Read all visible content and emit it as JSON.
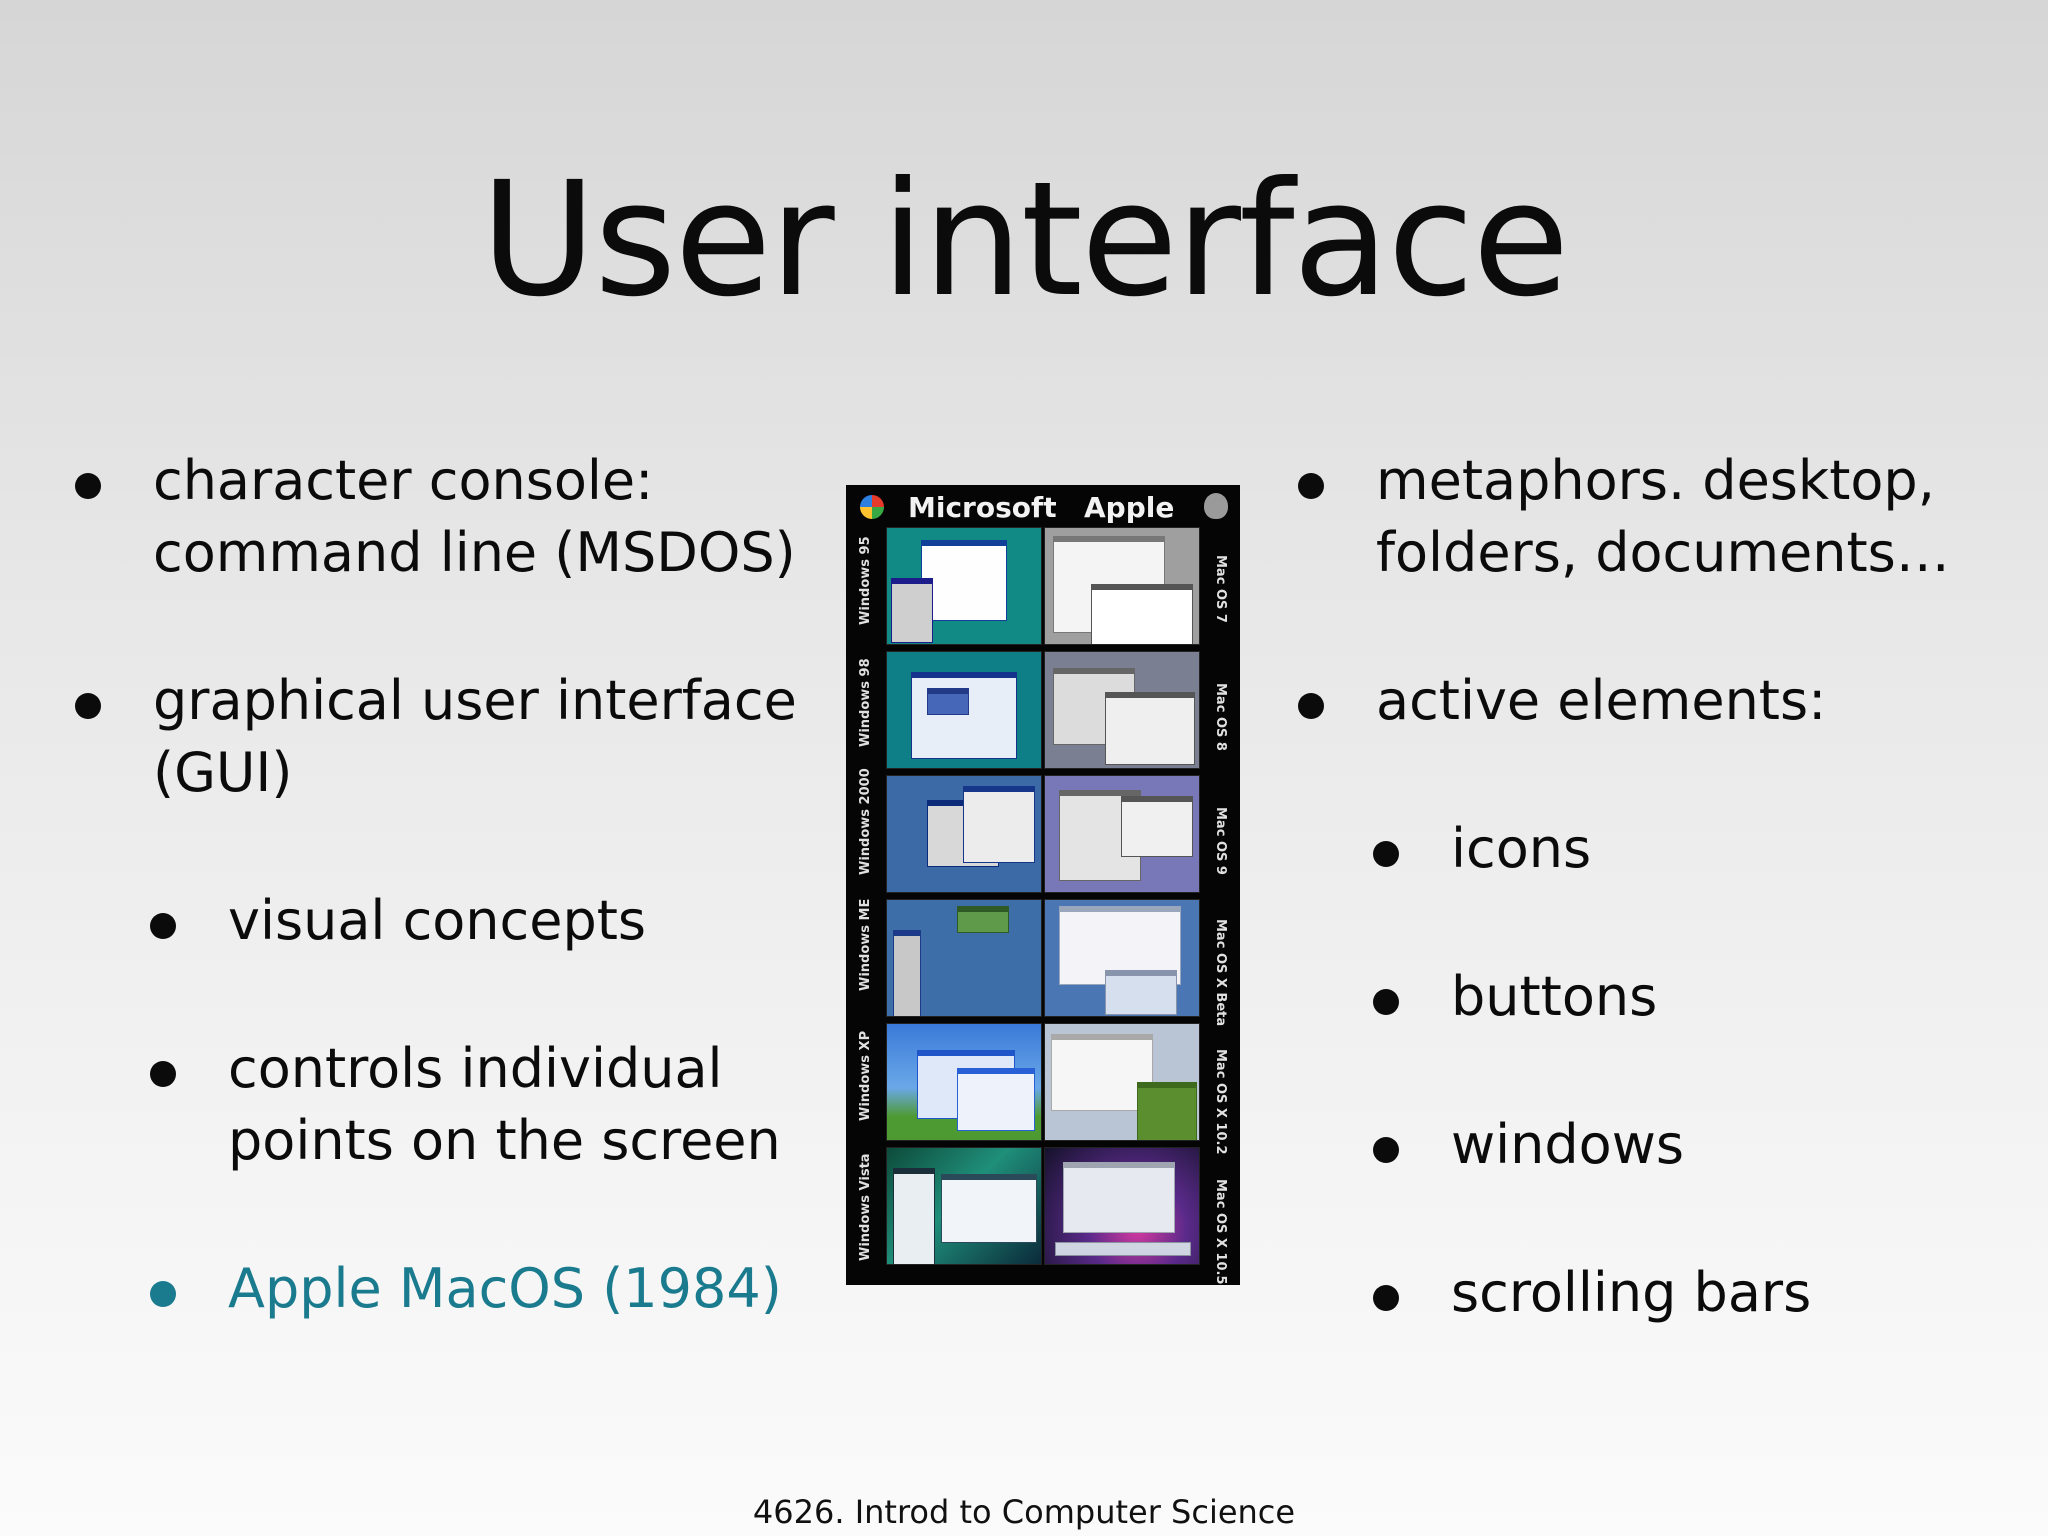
{
  "title": "User interface",
  "left_bullets": [
    {
      "line1": "character console:",
      "line2": "command line (MSDOS)"
    },
    {
      "line1": "graphical user interface",
      "line2": "(GUI)"
    },
    {
      "line1": "visual concepts"
    },
    {
      "line1": "controls individual",
      "line2": "points on the screen"
    },
    {
      "line1": "Apple MacOS (1984)"
    }
  ],
  "right_bullets": [
    {
      "line1": "metaphors. desktop,",
      "line2": "folders, documents…"
    },
    {
      "line1": "active elements:"
    },
    {
      "line1": "icons"
    },
    {
      "line1": "buttons"
    },
    {
      "line1": "windows"
    },
    {
      "line1": "scrolling bars"
    }
  ],
  "image": {
    "header_left": "Microsoft",
    "header_right": "Apple",
    "ms_versions": [
      "Windows 95",
      "Windows 98",
      "Windows 2000",
      "Windows ME",
      "Windows XP",
      "Windows Vista"
    ],
    "apple_versions": [
      "Mac OS 7",
      "Mac OS 8",
      "Mac OS 9",
      "Mac OS X Beta",
      "Mac OS X 10.2",
      "Mac OS X 10.5"
    ]
  },
  "colors": {
    "accent": "#1a7a8e",
    "text": "#0b0b0b"
  },
  "footer": "4626. Introd to Computer Science"
}
